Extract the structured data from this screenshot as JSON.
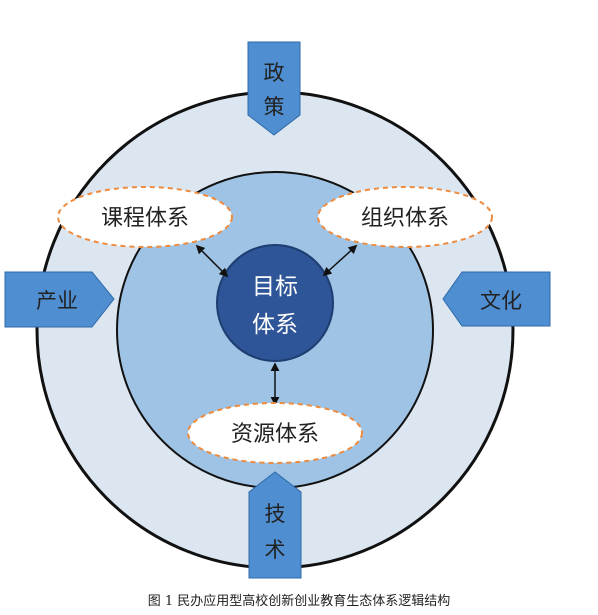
{
  "diagram": {
    "center": {
      "label_line1": "目标",
      "label_line2": "体系"
    },
    "subsystems": {
      "course": "课程体系",
      "organization": "组织体系",
      "resource": "资源体系"
    },
    "external_factors": {
      "policy": {
        "char1": "政",
        "char2": "策"
      },
      "technology": {
        "char1": "技",
        "char2": "术"
      },
      "industry": "产业",
      "culture": "文化"
    },
    "colors": {
      "outer_ring": "#dce6f1",
      "middle_ring": "#9fc3e4",
      "core": "#2e5597",
      "arrow_fill": "#4f8fd1",
      "ellipse_border": "#ed8b3f",
      "ellipse_fill": "#ffffff",
      "ring_stroke": "#111111",
      "text_dark": "#222222",
      "text_light": "#ffffff"
    }
  },
  "caption": "图 1 民办应用型高校创新创业教育生态体系逻辑结构"
}
